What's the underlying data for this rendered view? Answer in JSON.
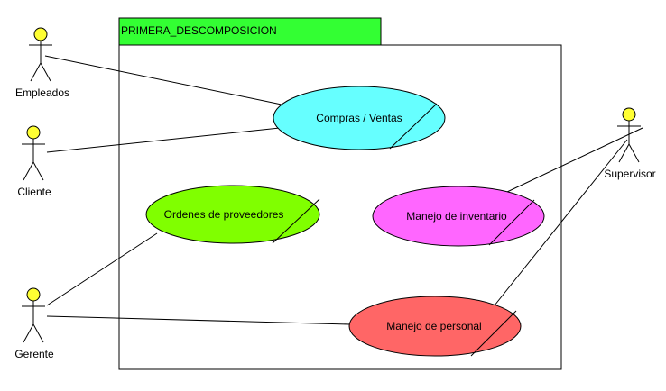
{
  "system": {
    "title": "PRIMERA_DESCOMPOSICION",
    "title_fill": "#33ff33"
  },
  "actors": {
    "empleados": {
      "label": "Empleados"
    },
    "cliente": {
      "label": "Cliente"
    },
    "gerente": {
      "label": "Gerente"
    },
    "supervisor": {
      "label": "Supervisor"
    },
    "head_fill": "#ffff33"
  },
  "use_cases": {
    "compras_ventas": {
      "label": "Compras / Ventas",
      "fill": "#66ffff"
    },
    "ordenes_proveedores": {
      "label": "Ordenes de proveedores",
      "fill": "#80ff00"
    },
    "manejo_inventario": {
      "label": "Manejo de inventario",
      "fill": "#ff66ff"
    },
    "manejo_personal": {
      "label": "Manejo de personal",
      "fill": "#ff6666"
    }
  }
}
